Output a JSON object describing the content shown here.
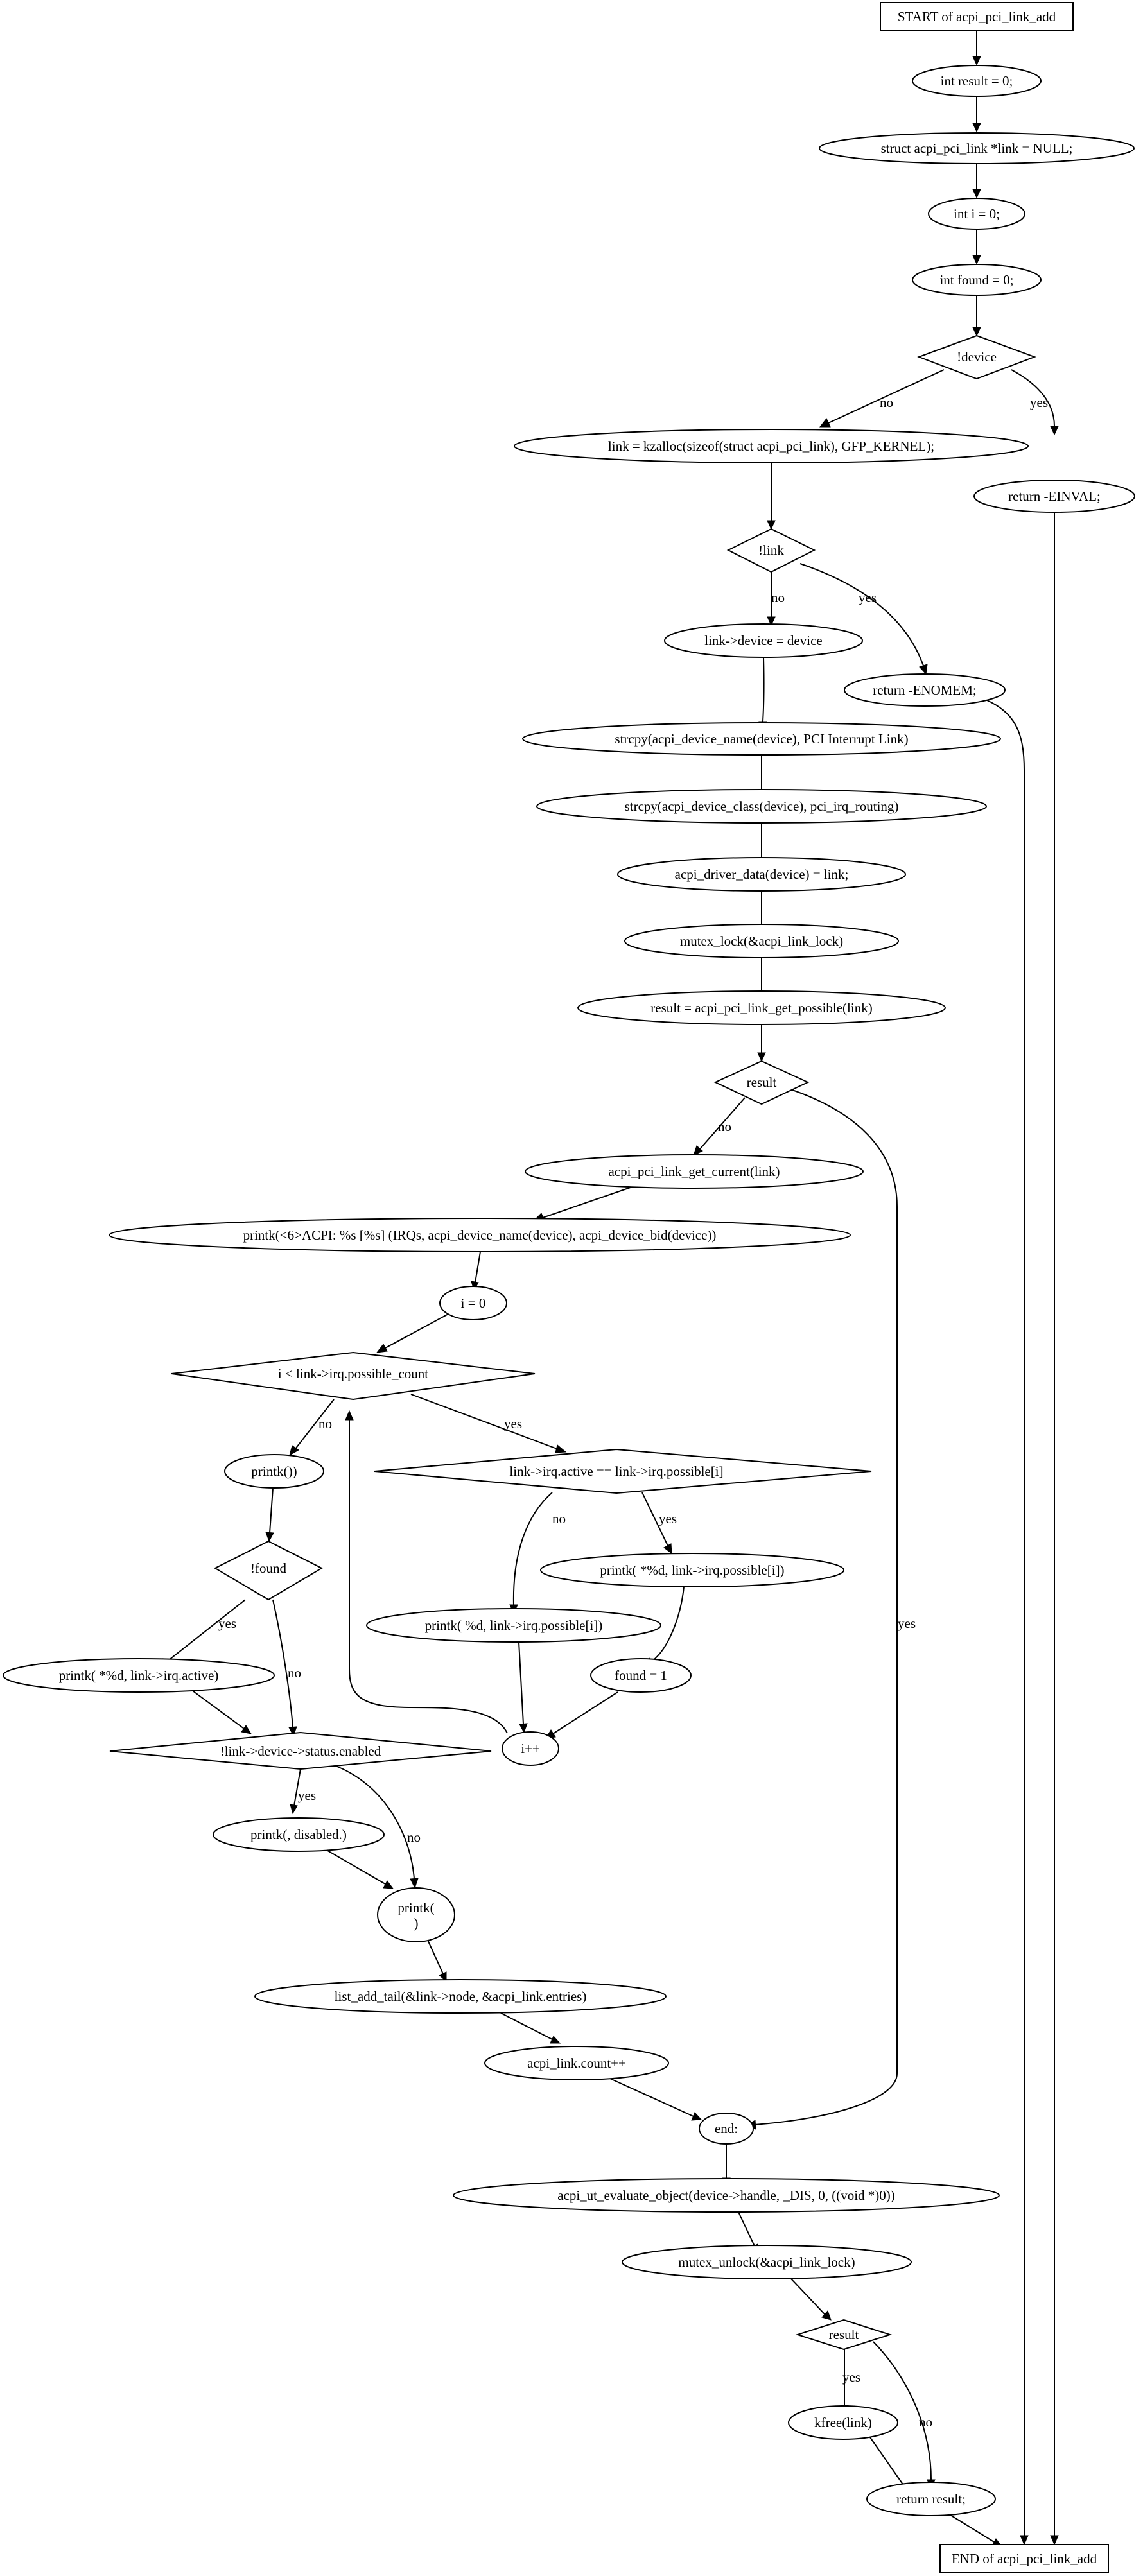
{
  "nodes": {
    "start": {
      "label": "START of acpi_pci_link_add"
    },
    "result_init": {
      "label": "int result = 0;"
    },
    "link_init": {
      "label": "struct acpi_pci_link *link = NULL;"
    },
    "i_init": {
      "label": "int i = 0;"
    },
    "found_init": {
      "label": "int found = 0;"
    },
    "dec_device": {
      "label": "!device"
    },
    "kzalloc": {
      "label": "link = kzalloc(sizeof(struct acpi_pci_link), GFP_KERNEL);"
    },
    "ret_einval": {
      "label": "return -EINVAL;"
    },
    "dec_link": {
      "label": "!link"
    },
    "link_device": {
      "label": "link->device = device"
    },
    "ret_enomem": {
      "label": "return -ENOMEM;"
    },
    "strcpy_name": {
      "label": "strcpy(acpi_device_name(device), PCI Interrupt Link)"
    },
    "strcpy_class": {
      "label": "strcpy(acpi_device_class(device), pci_irq_routing)"
    },
    "driver_data": {
      "label": "acpi_driver_data(device) = link;"
    },
    "mutex_lock": {
      "label": "mutex_lock(&acpi_link_lock)",
      "fill": "#add8e6"
    },
    "get_possible": {
      "label": "result = acpi_pci_link_get_possible(link)"
    },
    "dec_result1": {
      "label": "result"
    },
    "get_current": {
      "label": "acpi_pci_link_get_current(link)"
    },
    "printk_acpi": {
      "label": "printk(<6>ACPI: %s [%s] (IRQs, acpi_device_name(device), acpi_device_bid(device))"
    },
    "i_zero": {
      "label": "i = 0"
    },
    "dec_loop": {
      "label": "i < link->irq.possible_count"
    },
    "printk_empty": {
      "label": "printk())"
    },
    "dec_active": {
      "label": "link->irq.active == link->irq.possible[i]"
    },
    "dec_found": {
      "label": "!found"
    },
    "printk_star": {
      "label": "printk( *%d, link->irq.possible[i])"
    },
    "printk_plain": {
      "label": "printk( %d, link->irq.possible[i])"
    },
    "printk_active": {
      "label": "printk( *%d, link->irq.active)"
    },
    "found_one": {
      "label": "found = 1"
    },
    "dec_status": {
      "label": "!link->device->status.enabled"
    },
    "i_inc": {
      "label": "i++"
    },
    "printk_disabled": {
      "label": "printk(, disabled.)"
    },
    "printk_nl": {
      "line1": "printk(",
      "line2": ")"
    },
    "list_add": {
      "label": "list_add_tail(&link->node, &acpi_link.entries)"
    },
    "link_count": {
      "label": "acpi_link.count++"
    },
    "end_node": {
      "label": "end:"
    },
    "evaluate": {
      "label": "acpi_ut_evaluate_object(device->handle, _DIS, 0, ((void *)0))"
    },
    "mutex_unlock": {
      "label": "mutex_unlock(&acpi_link_lock)",
      "fill": "#ffff00"
    },
    "dec_result2": {
      "label": "result"
    },
    "kfree": {
      "label": "kfree(link)"
    },
    "ret_result": {
      "label": "return result;"
    },
    "end_fn": {
      "label": "END of acpi_pci_link_add"
    }
  },
  "edge_labels": {
    "device_no": "no",
    "device_yes": "yes",
    "link_no": "no",
    "link_yes": "yes",
    "result1_no": "no",
    "result1_yes": "yes",
    "loop_no": "no",
    "loop_yes": "yes",
    "active_no": "no",
    "active_yes": "yes",
    "found_yes": "yes",
    "found_no": "no",
    "status_yes": "yes",
    "status_no": "no",
    "result2_yes": "yes",
    "result2_no": "no"
  },
  "colors": {
    "lock_fill": "#add8e6",
    "unlock_fill": "#ffff00",
    "stroke": "#000000",
    "node_fill": "#ffffff"
  }
}
